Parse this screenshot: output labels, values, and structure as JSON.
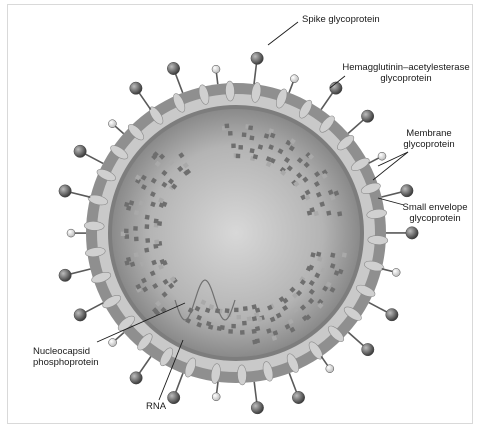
{
  "labels": {
    "spike": "Spike glycoprotein",
    "hemagglutinin_line1": "Hemagglutinin–acetylesterase",
    "hemagglutinin_line2": "glycoprotein",
    "membrane_line1": "Membrane",
    "membrane_line2": "glycoprotein",
    "small_envelope_line1": "Small envelope",
    "small_envelope_line2": "glycoprotein",
    "nucleocapsid_line1": "Nucleocapsid",
    "nucleocapsid_line2": "phosphoprotein",
    "rna": "RNA"
  },
  "colors": {
    "spike_head": "#5a5a5a",
    "membrane_outer": "#9a9a9a",
    "interior": "#b8b8b8",
    "capsomere": "#6e6e6e",
    "glycoprotein": "#d0d0d0"
  }
}
